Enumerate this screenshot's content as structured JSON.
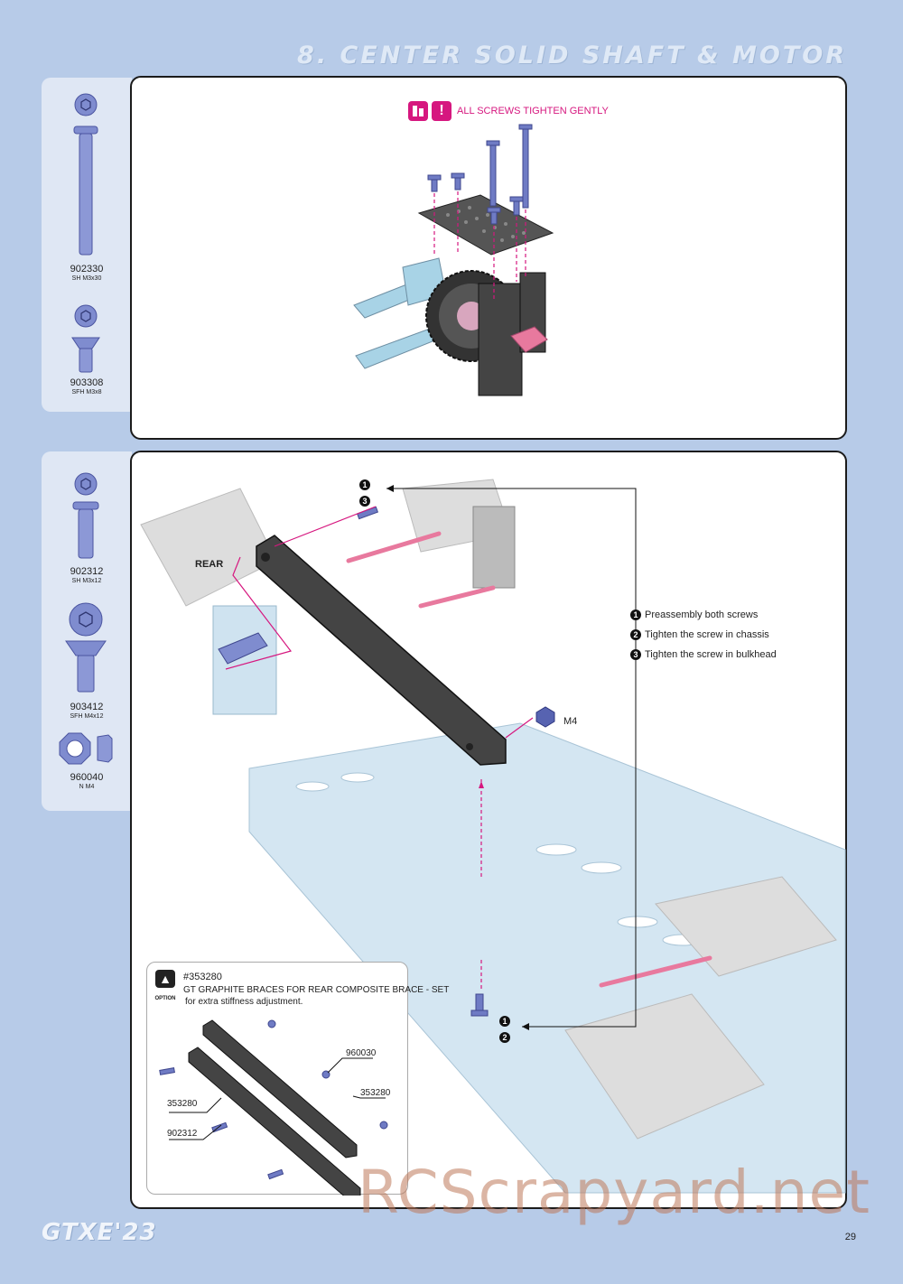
{
  "section_title": "8. CENTER SOLID SHAFT & MOTOR",
  "step1": {
    "note": "ALL SCREWS TIGHTEN GENTLY",
    "parts": [
      {
        "code": "902330",
        "desc": "SH M3x30"
      },
      {
        "code": "903308",
        "desc": "SFH M3x8"
      }
    ]
  },
  "step2": {
    "parts": [
      {
        "code": "902312",
        "desc": "SH M3x12"
      },
      {
        "code": "903412",
        "desc": "SFH M4x12"
      },
      {
        "code": "960040",
        "desc": "N M4"
      }
    ],
    "rear_label": "REAR",
    "nut_label": "M4",
    "callout_top": [
      "1",
      "3"
    ],
    "callout_bottom": [
      "1",
      "2"
    ],
    "instructions": [
      {
        "num": "1",
        "text": "Preassembly both screws"
      },
      {
        "num": "2",
        "text": "Tighten the screw in chassis"
      },
      {
        "num": "3",
        "text": "Tighten the screw in bulkhead"
      }
    ]
  },
  "option": {
    "badge": "OPTION",
    "part_no": "#353280",
    "title": "GT GRAPHITE BRACES FOR REAR COMPOSITE BRACE - SET",
    "subtitle": "for extra stiffness adjustment.",
    "labels": [
      "960030",
      "353280",
      "353280",
      "902312"
    ]
  },
  "footer": {
    "logo": "GTXE'23",
    "page": "29",
    "watermark": "RCScrapyard.net"
  },
  "colors": {
    "background": "#b7cbe8",
    "accent_magenta": "#d6177f",
    "screw_blue": "#7d87c8",
    "part_light_blue": "#a8d3e6"
  }
}
